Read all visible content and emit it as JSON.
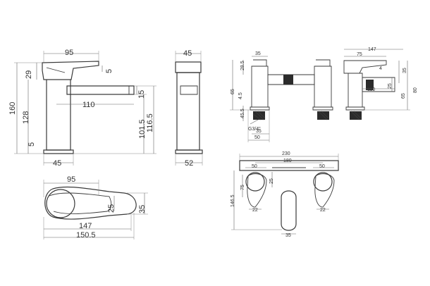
{
  "drawing": {
    "side_view": {
      "spout_width": "95",
      "top_offset": "29",
      "lever_gap": "5",
      "overall_height": "160",
      "body_height": "128",
      "base_height": "5",
      "spout_reach": "110",
      "spout_thickness": "15",
      "spout_height": "101.5",
      "total_to_lever": "116.5",
      "base_width": "45"
    },
    "front_view": {
      "top_width": "45",
      "base_width": "52"
    },
    "plan_view": {
      "lever_length": "95",
      "lever_width": "25",
      "body_width": "35",
      "overall_length": "147",
      "overall_length_ext": "150.5"
    },
    "bath_filler_front": {
      "a": "35",
      "b": "28.5",
      "c": "65",
      "d": "4.5",
      "e": "45.5",
      "thread": "G3/4\"",
      "f": "35",
      "g": "50"
    },
    "bath_filler_side": {
      "a": "147",
      "b": "75",
      "c": "4",
      "d": "35",
      "e": "25",
      "f": "110",
      "g": "65",
      "h": "80"
    },
    "bath_filler_plan": {
      "a": "230",
      "b": "180",
      "c": "50",
      "d": "50",
      "e": "75",
      "f": "146.5",
      "g": "25",
      "h": "22",
      "i": "22",
      "j": "35"
    }
  }
}
